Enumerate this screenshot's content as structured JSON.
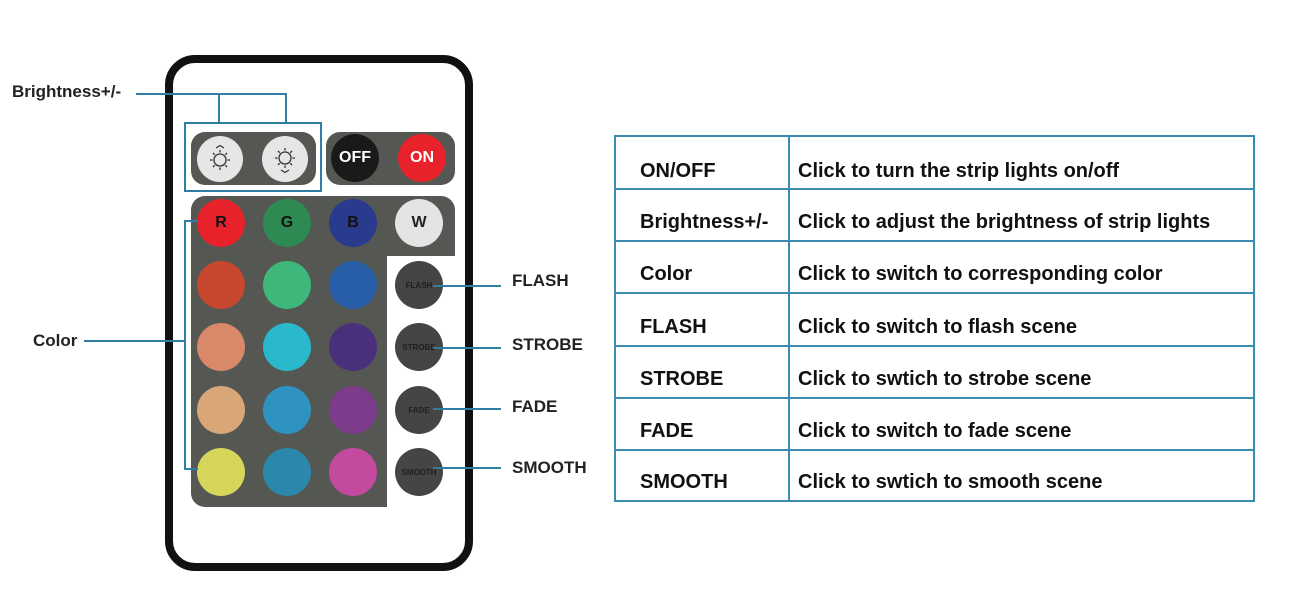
{
  "remote": {
    "brightness_up_icon": "sun-up-icon",
    "brightness_down_icon": "sun-down-icon",
    "off_label": "OFF",
    "on_label": "ON",
    "rgbw": [
      {
        "label": "R",
        "color": "#e8222a"
      },
      {
        "label": "G",
        "color": "#2d8a53"
      },
      {
        "label": "B",
        "color": "#2a3a8c"
      },
      {
        "label": "W",
        "color": "#e4e4e4"
      }
    ],
    "color_grid": [
      [
        "#c7472f",
        "#3db77a",
        "#285ea8"
      ],
      [
        "#d98869",
        "#2ab8cc",
        "#4a2f7a"
      ],
      [
        "#d9a677",
        "#2f93c1",
        "#7c3b8b"
      ],
      [
        "#d6d65a",
        "#2b87ab",
        "#c44aa0"
      ]
    ],
    "scene_buttons": [
      "FLASH",
      "STROBE",
      "FADE",
      "SMOOTH"
    ]
  },
  "callouts": {
    "brightness": "Brightness+/-",
    "color": "Color",
    "flash": "FLASH",
    "strobe": "STROBE",
    "fade": "FADE",
    "smooth": "SMOOTH"
  },
  "table": [
    {
      "key": "ON/OFF",
      "desc": "Click to turn the strip lights on/off"
    },
    {
      "key": "Brightness+/-",
      "desc": "Click to adjust the brightness of strip lights"
    },
    {
      "key": "Color",
      "desc": "Click to switch to corresponding color"
    },
    {
      "key": "FLASH",
      "desc": "Click to switch to flash scene"
    },
    {
      "key": "STROBE",
      "desc": "Click to swtich to strobe scene"
    },
    {
      "key": "FADE",
      "desc": "Click to switch to fade scene"
    },
    {
      "key": "SMOOTH",
      "desc": "Click to swtich to smooth scene"
    }
  ]
}
